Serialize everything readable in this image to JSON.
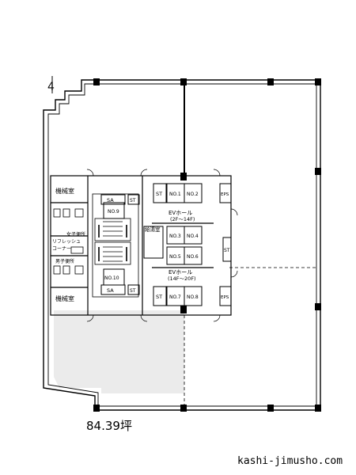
{
  "plan": {
    "north_mark": "4",
    "rooms": {
      "machine_room_top": "機械室",
      "machine_room_bottom": "機械室",
      "womens_toilet": "女子便所",
      "refresh_corner_1": "リフレッシュ",
      "refresh_corner_2": "コーナー",
      "mens_toilet": "男子便所",
      "kitchenette": "給湯室",
      "ev_hall_upper_1": "EVホール",
      "ev_hall_upper_2": "(2F～14F)",
      "ev_hall_lower_1": "EVホール",
      "ev_hall_lower_2": "(14F～20F)",
      "st_upper_left": "ST",
      "st_lower_left": "ST",
      "st_right": "ST",
      "st_stair_top": "ST",
      "st_stair_bottom": "ST",
      "sa_top": "SA",
      "sa_bottom": "SA",
      "eps_top": "EPS",
      "eps_bottom": "EPS"
    },
    "elevators": {
      "no1": "NO.1",
      "no2": "NO.2",
      "no3": "NO.3",
      "no4": "NO.4",
      "no5": "NO.5",
      "no6": "NO.6",
      "no7": "NO.7",
      "no8": "NO.8",
      "no9": "NO.9",
      "no10": "NO.10"
    }
  },
  "area_label": "84.39坪",
  "site_label": "kashi-jimusho.com"
}
